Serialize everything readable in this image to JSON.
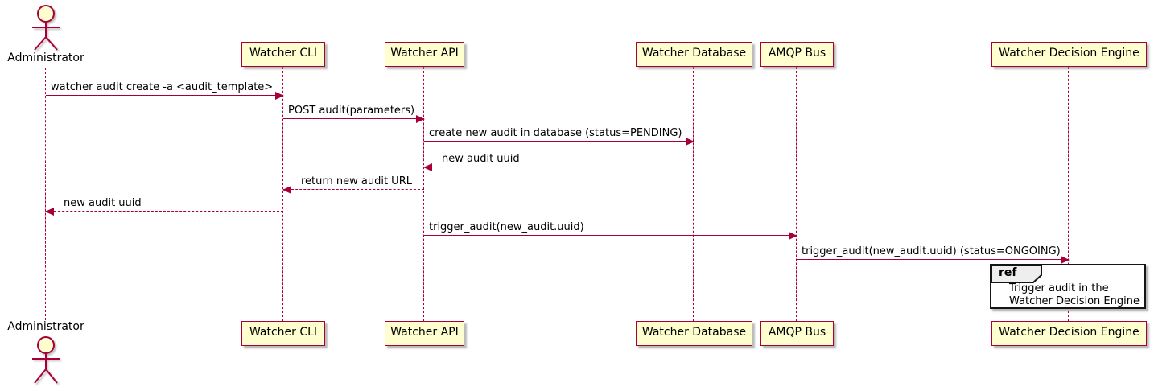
{
  "diagram": {
    "type": "uml-sequence-diagram",
    "colors": {
      "participant_fill": "#FEFECE",
      "participant_border": "#A80036",
      "lifeline": "#A80036",
      "arrow": "#A80036",
      "text": "#000000",
      "ref_fill": "#FFFFFF",
      "ref_header_fill": "#EEEEEE",
      "ref_border": "#151515",
      "background": "#FFFFFF"
    },
    "actor": {
      "name": "Administrator"
    },
    "participants": [
      {
        "label": "Watcher CLI"
      },
      {
        "label": "Watcher API"
      },
      {
        "label": "Watcher Database"
      },
      {
        "label": "AMQP Bus"
      },
      {
        "label": "Watcher Decision Engine"
      }
    ],
    "messages": [
      {
        "from": "Administrator",
        "to": "Watcher CLI",
        "style": "solid",
        "label": "watcher audit create -a <audit_template>"
      },
      {
        "from": "Watcher CLI",
        "to": "Watcher API",
        "style": "solid",
        "label": "POST audit(parameters)"
      },
      {
        "from": "Watcher API",
        "to": "Watcher Database",
        "style": "solid",
        "label": "create new audit in database (status=PENDING)"
      },
      {
        "from": "Watcher Database",
        "to": "Watcher API",
        "style": "dashed",
        "label": "new audit uuid"
      },
      {
        "from": "Watcher API",
        "to": "Watcher CLI",
        "style": "dashed",
        "label": "return new audit URL"
      },
      {
        "from": "Watcher CLI",
        "to": "Administrator",
        "style": "dashed",
        "label": "new audit uuid"
      },
      {
        "from": "Watcher API",
        "to": "AMQP Bus",
        "style": "solid",
        "label": "trigger_audit(new_audit.uuid)"
      },
      {
        "from": "AMQP Bus",
        "to": "Watcher Decision Engine",
        "style": "solid",
        "label": "trigger_audit(new_audit.uuid) (status=ONGOING)"
      }
    ],
    "ref": {
      "keyword": "ref",
      "lines": [
        "Trigger audit in the",
        "Watcher Decision Engine"
      ],
      "over": "Watcher Decision Engine"
    }
  }
}
